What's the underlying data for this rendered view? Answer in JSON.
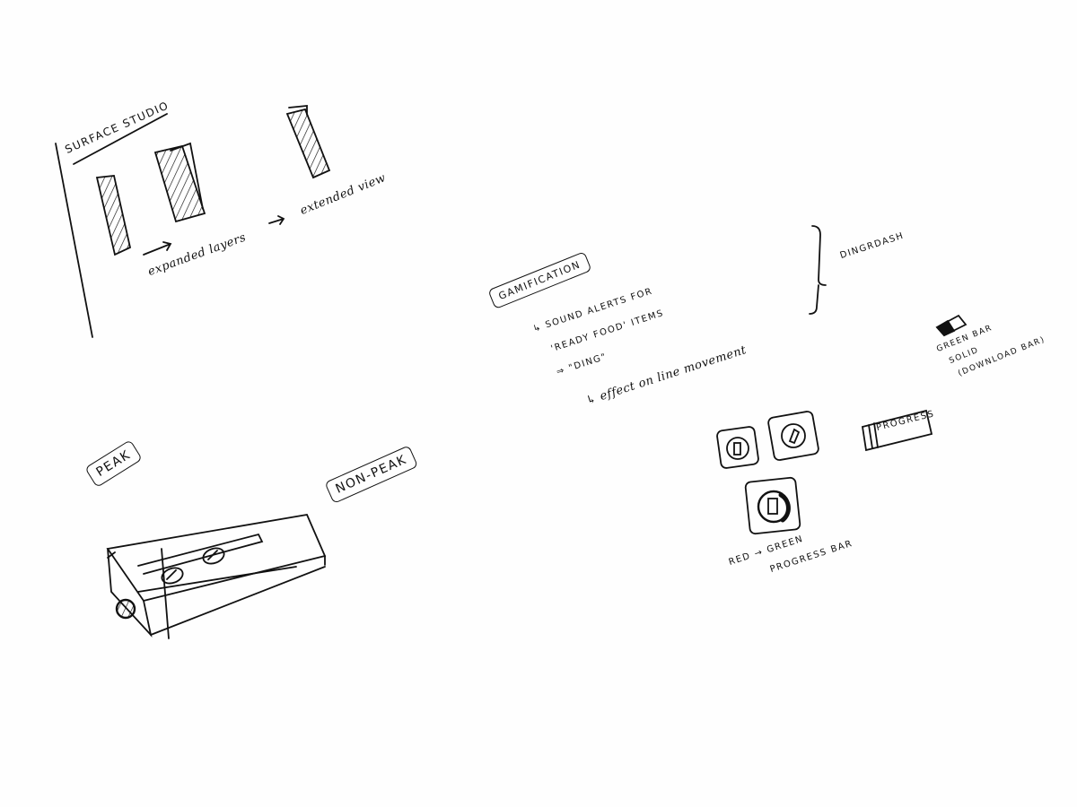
{
  "surface_studio": {
    "title": "SURFACE STUDIO",
    "expanded_layers": "expanded layers",
    "expanded_view": "extended view"
  },
  "gamification": {
    "title": "GAMIFICATION",
    "line1": "↳ SOUND ALERTS FOR",
    "line2": "'READY FOOD' ITEMS",
    "line3": "⇒ \"DING\"",
    "line4": "↳ effect on line movement",
    "bracket_label": "DINGRDASH"
  },
  "green_bar": {
    "line1": "GREEN BAR",
    "line2": "SOLID",
    "line3": "(DOWNLOAD BAR)"
  },
  "progress": {
    "label": "PROGRESS",
    "note1": "RED → GREEN",
    "note2": "PROGRESS BAR"
  },
  "modes": {
    "peak": "PEAK",
    "non_peak": "NON-PEAK"
  }
}
